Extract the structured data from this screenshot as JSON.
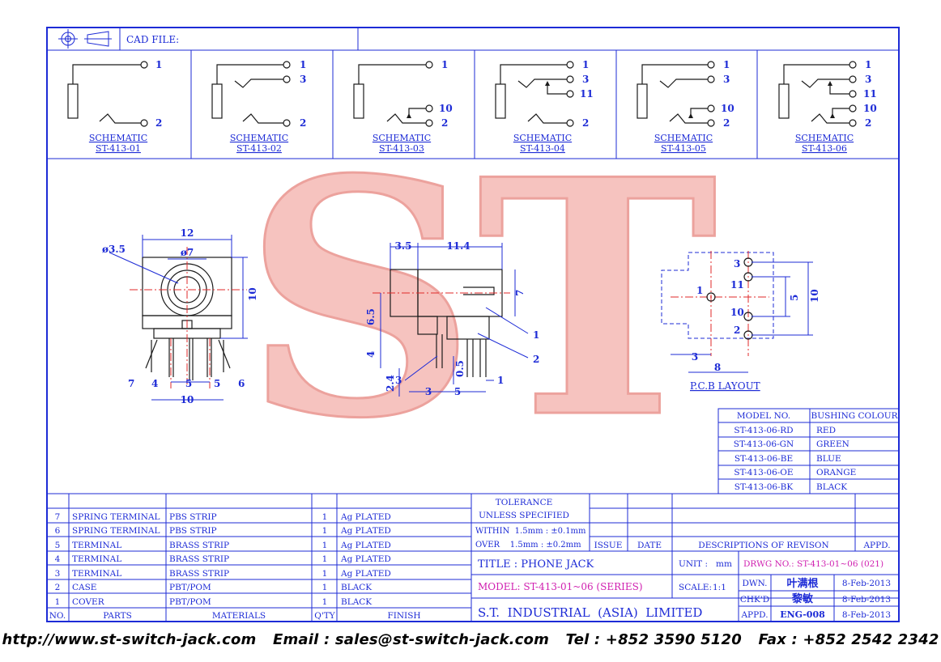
{
  "header": {
    "cad_file_label": "CAD FILE:"
  },
  "schematics": [
    {
      "label": "SCHEMATIC",
      "model": "ST-413-01",
      "pins": [
        "1",
        "2"
      ]
    },
    {
      "label": "SCHEMATIC",
      "model": "ST-413-02",
      "pins": [
        "1",
        "3",
        "2"
      ]
    },
    {
      "label": "SCHEMATIC",
      "model": "ST-413-03",
      "pins": [
        "1",
        "10",
        "2"
      ]
    },
    {
      "label": "SCHEMATIC",
      "model": "ST-413-04",
      "pins": [
        "1",
        "3",
        "11",
        "2"
      ]
    },
    {
      "label": "SCHEMATIC",
      "model": "ST-413-05",
      "pins": [
        "1",
        "3",
        "10",
        "2"
      ]
    },
    {
      "label": "SCHEMATIC",
      "model": "ST-413-06",
      "pins": [
        "1",
        "3",
        "11",
        "10",
        "2"
      ]
    }
  ],
  "watermark": {
    "text": "ST",
    "color": "#f2a7a3"
  },
  "front_view": {
    "dims": {
      "width_top": "12",
      "bore": "ø7",
      "hole": "ø3.5",
      "height": "10",
      "pitch": "5",
      "bottom_width": "10"
    },
    "pins": [
      "7",
      "4",
      "5",
      "6"
    ]
  },
  "side_view": {
    "dims": {
      "a": "3.5",
      "b": "11.4",
      "c": "7",
      "d": "6.5",
      "e": "4",
      "f": "2.4",
      "g": "0.5",
      "h": "3",
      "i": "5"
    },
    "callouts": [
      "1",
      "2",
      "3",
      "1"
    ]
  },
  "pcb_layout": {
    "label": "P.C.B LAYOUT",
    "pins": [
      "3",
      "11",
      "1",
      "10",
      "2"
    ],
    "dims": {
      "pitch": "5",
      "height": "10",
      "offset_x": "3",
      "width": "8"
    }
  },
  "colour_table": {
    "headers": [
      "MODEL NO.",
      "BUSHING COLOUR"
    ],
    "rows": [
      [
        "ST-413-06-RD",
        "RED"
      ],
      [
        "ST-413-06-GN",
        "GREEN"
      ],
      [
        "ST-413-06-BE",
        "BLUE"
      ],
      [
        "ST-413-06-OE",
        "ORANGE"
      ],
      [
        "ST-413-06-BK",
        "BLACK"
      ]
    ]
  },
  "parts_table": {
    "headers": [
      "NO.",
      "PARTS",
      "MATERIALS",
      "Q'TY",
      "FINISH"
    ],
    "rows": [
      [
        "7",
        "SPRING TERMINAL",
        "PBS STRIP",
        "1",
        "Ag PLATED"
      ],
      [
        "6",
        "SPRING TERMINAL",
        "PBS STRIP",
        "1",
        "Ag PLATED"
      ],
      [
        "5",
        "TERMINAL",
        "BRASS STRIP",
        "1",
        "Ag PLATED"
      ],
      [
        "4",
        "TERMINAL",
        "BRASS STRIP",
        "1",
        "Ag PLATED"
      ],
      [
        "3",
        "TERMINAL",
        "BRASS STRIP",
        "1",
        "Ag PLATED"
      ],
      [
        "2",
        "CASE",
        "PBT/POM",
        "1",
        "BLACK"
      ],
      [
        "1",
        "COVER",
        "PBT/POM",
        "1",
        "BLACK"
      ]
    ]
  },
  "tolerance": {
    "title1": "TOLERANCE",
    "title2": "UNLESS  SPECIFIED",
    "line1": "WITHIN  1.5mm : ±0.1mm",
    "line2": "OVER    1.5mm : ±0.2mm"
  },
  "revision": {
    "issue": "ISSUE",
    "date": "DATE",
    "desc": "DESCRIPTIONS OF REVISON",
    "appd": "APPD."
  },
  "title_block": {
    "title": "TITLE : PHONE JACK",
    "unit_label": "UNIT :",
    "unit": "mm",
    "drawing_no": "DRWG NO.: ST-413-01~06 (021)",
    "model": "MODEL: ST-413-01~06 (SERIES)",
    "scale_label": "SCALE:",
    "scale": "1:1",
    "company": "S.T.  INDUSTRIAL  (ASIA)  LIMITED",
    "dwn_label": "DWN.",
    "dwn_name": "叶满根",
    "dwn_date": "8-Feb-2013",
    "chkd_label": "CHK'D",
    "chkd_name": "黎敏",
    "chkd_date": "8-Feb-2013",
    "appd_label": "APPD.",
    "appd_name": "ENG-008",
    "appd_date": "8-Feb-2013"
  },
  "footer": {
    "website": "http://www.st-switch-jack.com",
    "email": "Email : sales@st-switch-jack.com",
    "tel": "Tel : +852 3590 5120",
    "fax": "Fax : +852 2542 2342"
  }
}
